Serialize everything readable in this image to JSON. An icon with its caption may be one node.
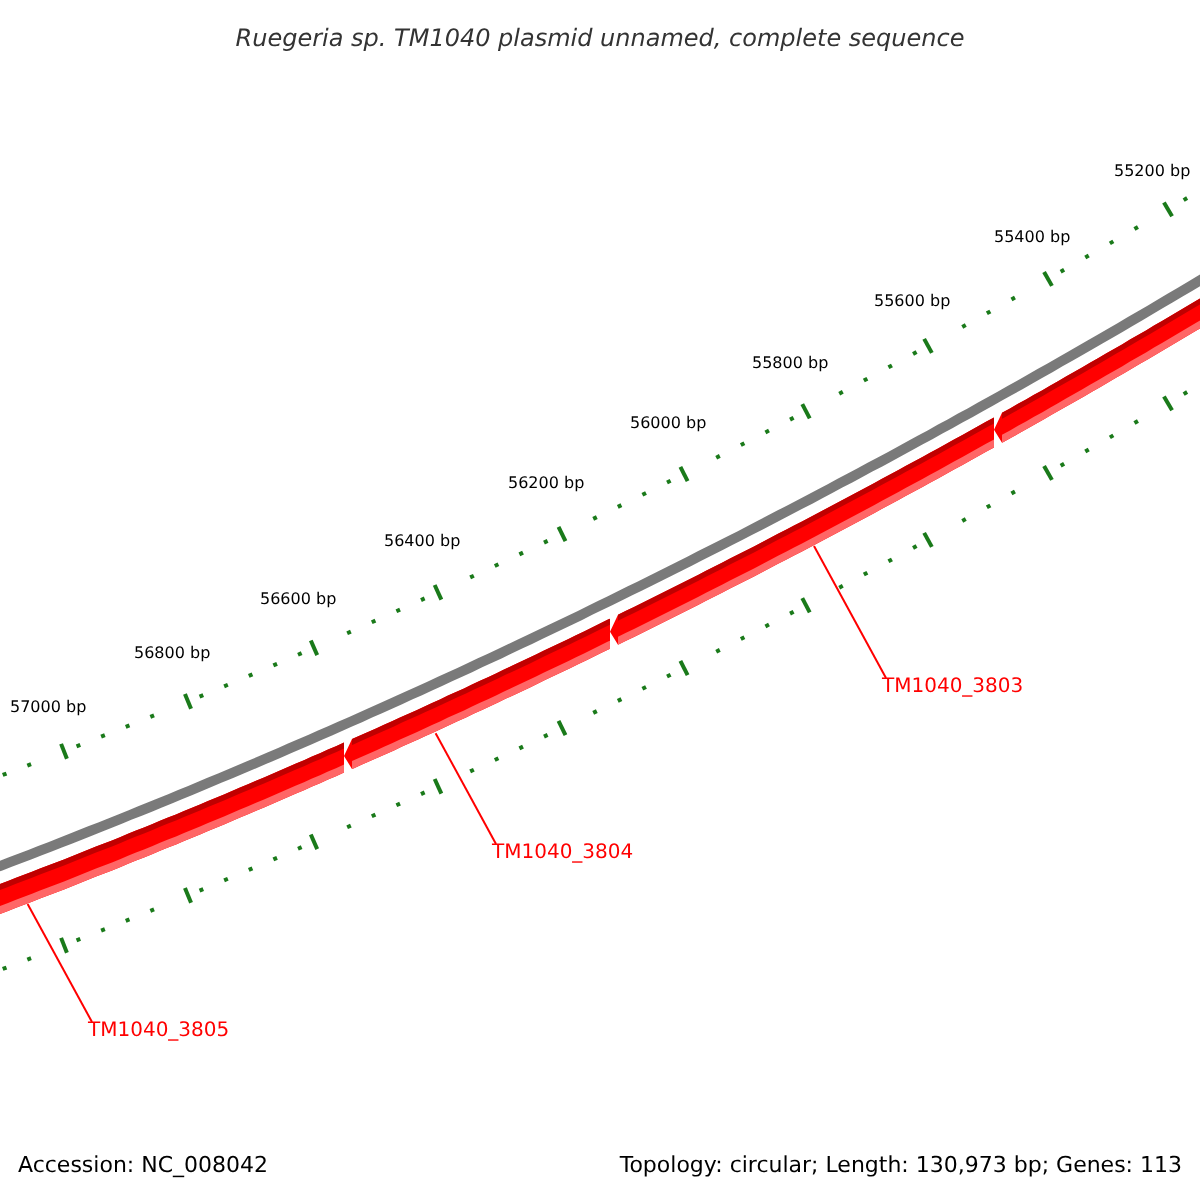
{
  "diagram": {
    "title": "Ruegeria sp. TM1040 plasmid unnamed, complete sequence",
    "nodes": [
      {
        "text": [],
        "shape": "bar"
      },
      {
        "text": [],
        "shape": "bar"
      },
      {
        "text": [],
        "shape": "bar"
      },
      {
        "text": [],
        "shape": "bar"
      },
      {
        "text": [
          "TM1040_3803"
        ]
      },
      {
        "text": [
          "TM1040_3804"
        ]
      },
      {
        "text": [
          "TM1040_3805"
        ]
      }
    ],
    "edges": [
      {
        "from": 4,
        "to": 2,
        "arrow": "none"
      },
      {
        "from": 5,
        "to": 1,
        "arrow": "none"
      },
      {
        "from": 6,
        "to": 0,
        "arrow": "none"
      }
    ],
    "labels": [
      "55200 bp",
      "55400 bp",
      "55600 bp",
      "55800 bp",
      "56000 bp",
      "56200 bp",
      "56400 bp",
      "56600 bp",
      "56800 bp",
      "57000 bp",
      "Accession: NC_008042",
      "Topology: circular; Length: 130,973 bp; Genes: 113"
    ]
  }
}
